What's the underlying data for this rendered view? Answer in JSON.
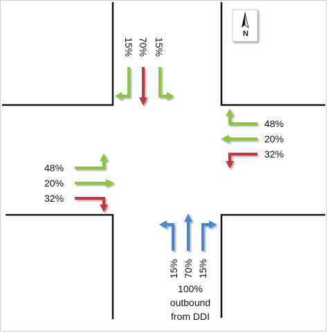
{
  "compass": {
    "label": "N"
  },
  "north_approach": {
    "left_pct": "15%",
    "through_pct": "70%",
    "right_pct": "15%"
  },
  "east_approach": {
    "right_pct": "48%",
    "through_pct": "20%",
    "left_pct": "32%"
  },
  "west_approach": {
    "left_pct": "48%",
    "through_pct": "20%",
    "right_pct": "32%"
  },
  "south_approach": {
    "left_pct": "15%",
    "through_pct": "70%",
    "right_pct": "15%",
    "total_pct": "100%",
    "note_line1": "outbound",
    "note_line2": "from DDI"
  },
  "colors": {
    "green": "#8cc63f",
    "red": "#c0393b",
    "blue": "#4a86c8",
    "curb": "#111111"
  }
}
